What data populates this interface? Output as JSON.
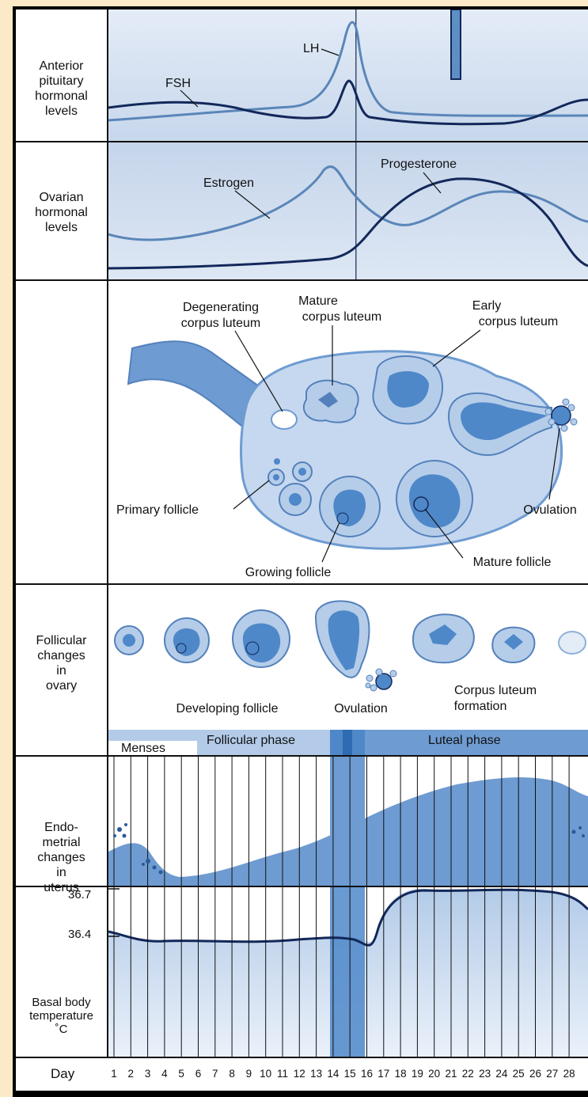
{
  "labels": {
    "pituitary": [
      "Anterior",
      "pituitary",
      "hormonal",
      "levels"
    ],
    "ovarian": [
      "Ovarian",
      "hormonal",
      "levels"
    ],
    "follicular": [
      "Follicular",
      "changes",
      "in",
      "ovary"
    ],
    "endometrial": [
      "Endo-",
      "metrial",
      "changes",
      "in",
      "uterus"
    ],
    "temperature": [
      "Basal body",
      "temperature",
      "˚C"
    ]
  },
  "hormones": {
    "lh": "LH",
    "fsh": "FSH",
    "estrogen": "Estrogen",
    "progesterone": "Progesterone"
  },
  "ovary": {
    "degenerating": [
      "Degenerating",
      "corpus luteum"
    ],
    "mature_cl": [
      "Mature",
      "corpus luteum"
    ],
    "early_cl": [
      "Early",
      "corpus luteum"
    ],
    "primary": "Primary follicle",
    "growing": "Growing follicle",
    "mature_follicle": "Mature follicle",
    "ovulation": "Ovulation"
  },
  "follicle_row": {
    "developing": "Developing follicle",
    "ovulation": "Ovulation",
    "corpus_luteum": [
      "Corpus luteum",
      "formation"
    ]
  },
  "phases": {
    "menses": "Menses",
    "follicular": "Follicular phase",
    "luteal": "Luteal phase"
  },
  "temperature": {
    "high": "36.7",
    "low": "36.4"
  },
  "days_label": "Day",
  "days": [
    "1",
    "2",
    "3",
    "4",
    "5",
    "6",
    "7",
    "8",
    "9",
    "10",
    "11",
    "12",
    "13",
    "14",
    "15",
    "16",
    "17",
    "18",
    "19",
    "20",
    "21",
    "22",
    "23",
    "24",
    "25",
    "26",
    "27",
    "28"
  ],
  "colors": {
    "dark_blue": "#13285a",
    "mid_blue": "#5a86b8",
    "panel_bg": "#d3e0f1",
    "tissue": "#6e9bd1",
    "stripe": "#4f88c9"
  }
}
